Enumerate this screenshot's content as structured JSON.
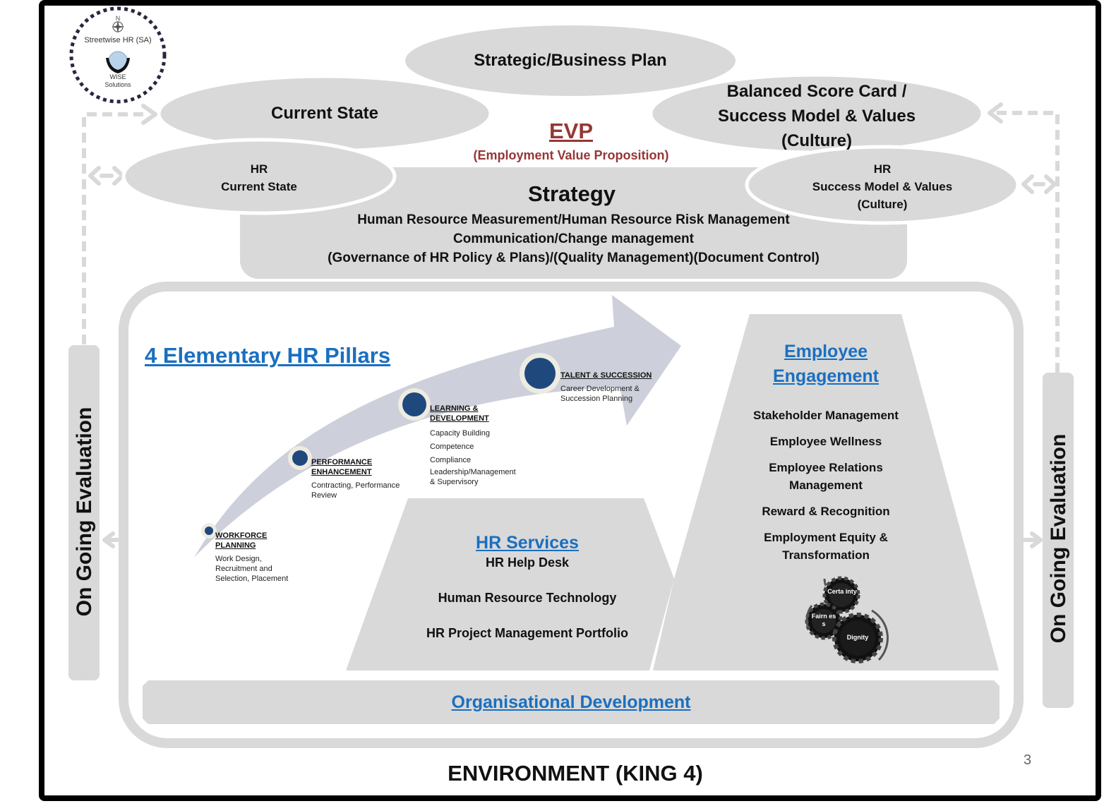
{
  "logo": {
    "org_name": "Streetwise HR (SA)",
    "tagline_line1": "WISE",
    "tagline_line2": "Solutions",
    "compass_label": "N",
    "icons": [
      "compass-icon",
      "globe-in-hands-icon"
    ]
  },
  "top": {
    "strategic_plan": "Strategic/Business Plan",
    "current_state": "Current State",
    "balanced_scorecard": [
      "Balanced Score Card /",
      "Success Model & Values",
      "(Culture)"
    ],
    "evp_title": "EVP",
    "evp_subtitle": "(Employment Value Proposition)",
    "hr_current_state": [
      "HR",
      "Current State"
    ],
    "hr_success_model": [
      "HR",
      "Success Model & Values",
      "(Culture)"
    ]
  },
  "strategy": {
    "title": "Strategy",
    "lines": [
      "Human Resource Measurement/Human Resource Risk Management",
      "Communication/Change management",
      "(Governance of HR Policy & Plans)/(Quality Management)(Document Control)"
    ]
  },
  "pillars": {
    "heading": "4 Elementary HR Pillars",
    "items": [
      {
        "title": [
          "WORKFORCE",
          "PLANNING"
        ],
        "desc": [
          "Work Design,",
          "Recruitment and",
          "Selection, Placement"
        ]
      },
      {
        "title": [
          "PERFORMANCE",
          "ENHANCEMENT"
        ],
        "desc": [
          "Contracting, Performance",
          "Review"
        ]
      },
      {
        "title": [
          "LEARNING &",
          "DEVELOPMENT"
        ],
        "desc": [
          "Capacity Building",
          "Competence",
          "Compliance",
          "Leadership/Management",
          "& Supervisory"
        ]
      },
      {
        "title": [
          "TALENT & SUCCESSION"
        ],
        "desc": [
          "Career Development &",
          "Succession Planning"
        ]
      }
    ]
  },
  "hr_services": {
    "title": "HR Services",
    "items": [
      "HR Help Desk",
      "Human Resource Technology",
      "HR Project Management Portfolio"
    ]
  },
  "employee_engagement": {
    "title": [
      "Employee",
      "Engagement"
    ],
    "items": [
      [
        "Stakeholder Management"
      ],
      [
        "Employee Wellness"
      ],
      [
        "Employee Relations",
        "Management"
      ],
      [
        "Reward & Recognition"
      ],
      [
        "Employment Equity &",
        "Transformation"
      ]
    ],
    "gears": [
      "Certa inty",
      "Fairn ess",
      "Dignity"
    ]
  },
  "org_development": "Organisational Development",
  "evaluation_left": "On Going Evaluation",
  "evaluation_right": "On Going Evaluation",
  "environment": "ENVIRONMENT (KING 4)",
  "page_number": "3",
  "colors": {
    "shape_gray": "#d9d9d9",
    "arrow_gray": "#cdd0da",
    "accent_blue": "#1a6fc0",
    "evp_red": "#953735",
    "pillar_dot": "#1f497d",
    "logo_dots": "#2e2440"
  }
}
